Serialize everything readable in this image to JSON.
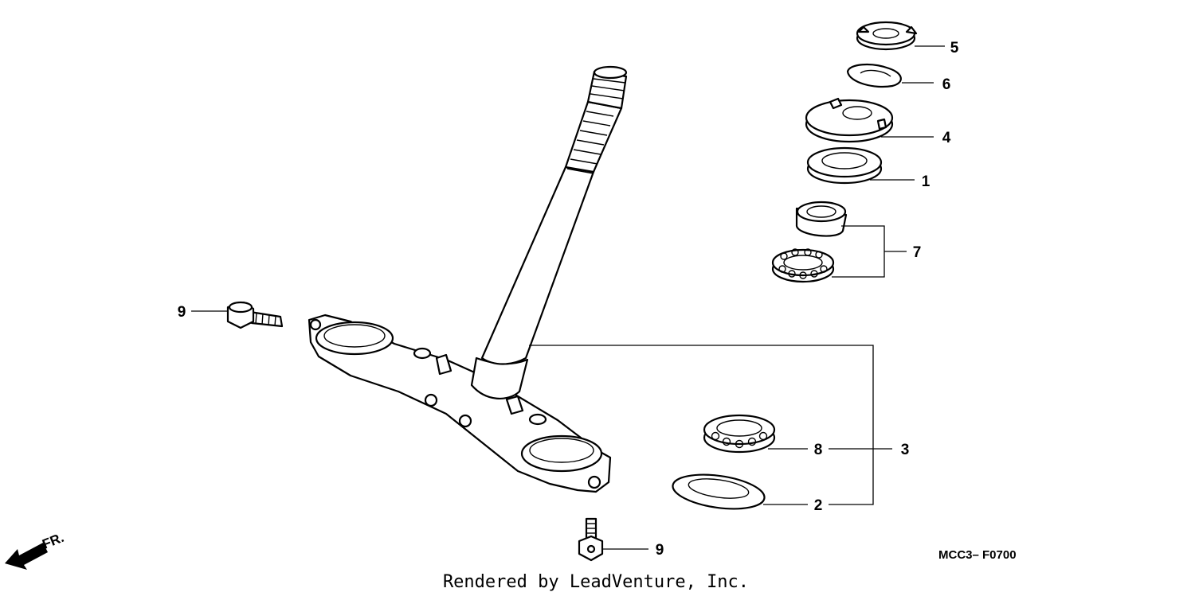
{
  "callouts": {
    "c5": "5",
    "c6": "6",
    "c4": "4",
    "c1": "1",
    "c7": "7",
    "c9_left": "9",
    "c8": "8",
    "c3": "3",
    "c2": "2",
    "c9_bottom": "9"
  },
  "direction_label": "FR.",
  "diagram_code": "MCC3– F0700",
  "credit": "Rendered by LeadVenture, Inc."
}
